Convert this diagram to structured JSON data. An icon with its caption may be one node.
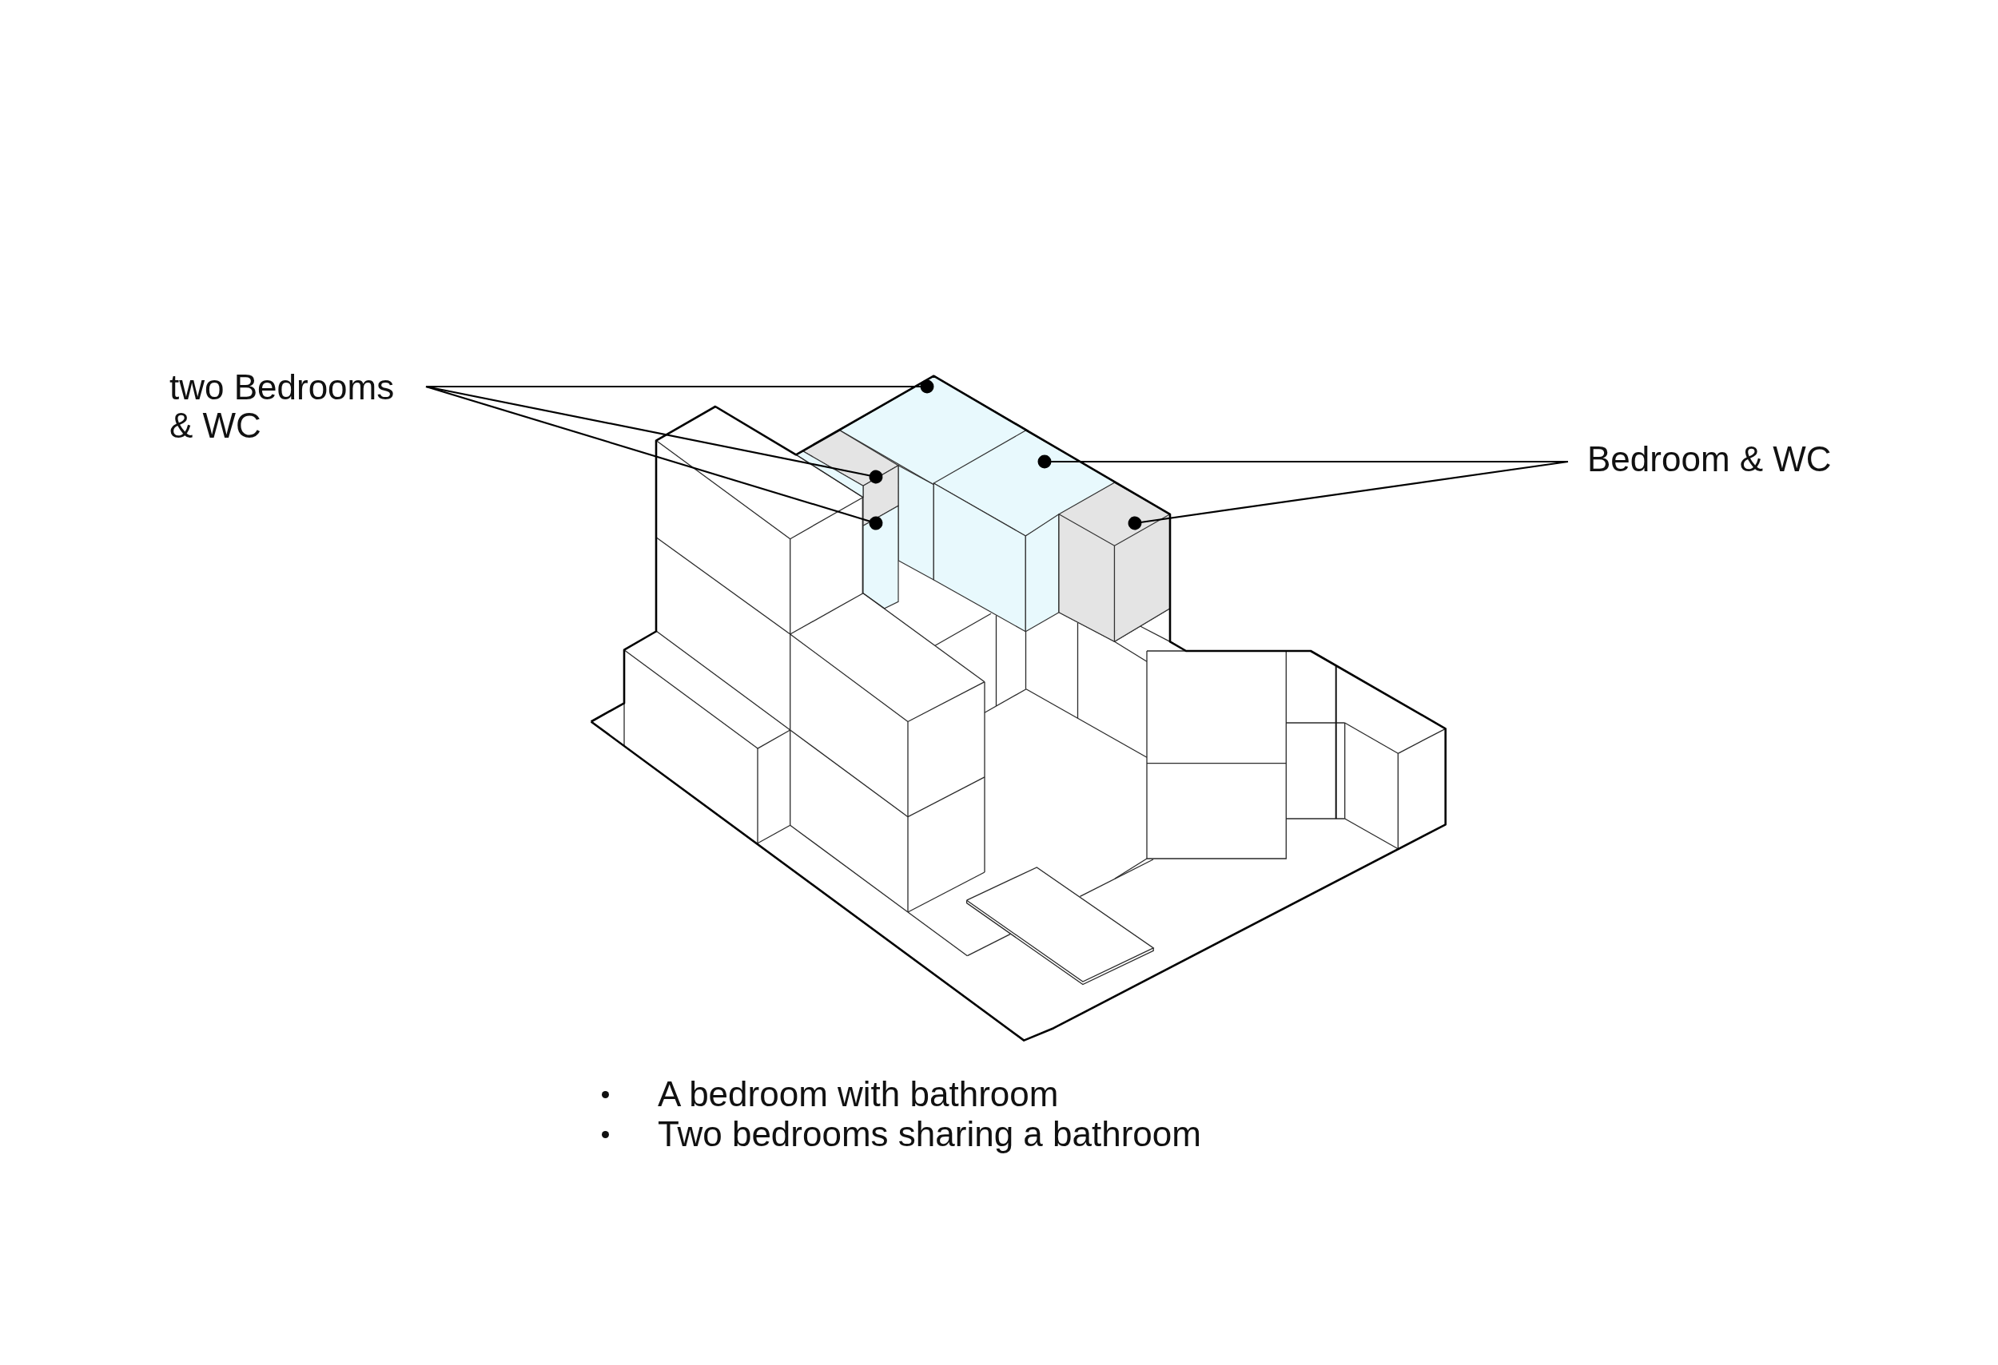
{
  "diagram": {
    "nodes": [
      {
        "text": [
          "two Bedrooms & WC"
        ]
      },
      {
        "text": [],
        "shape": "diamond"
      },
      {
        "text": [],
        "shape": "box"
      },
      {
        "text": [],
        "shape": "box"
      },
      {
        "text": [],
        "shape": "diamond"
      },
      {
        "text": [],
        "shape": "box"
      },
      {
        "text": [
          "Bedroom & WC"
        ]
      }
    ],
    "edges": [
      {
        "from": 0,
        "to": 1,
        "arrow": "other"
      },
      {
        "from": 0,
        "to": 2,
        "arrow": "other"
      },
      {
        "from": 0,
        "to": 3,
        "arrow": "other"
      },
      {
        "from": 6,
        "to": 4,
        "arrow": "other"
      },
      {
        "from": 6,
        "to": 5,
        "arrow": "other"
      }
    ],
    "labels": [
      "A bedroom with bathroom",
      "Two bedrooms sharing a bathroom"
    ]
  }
}
